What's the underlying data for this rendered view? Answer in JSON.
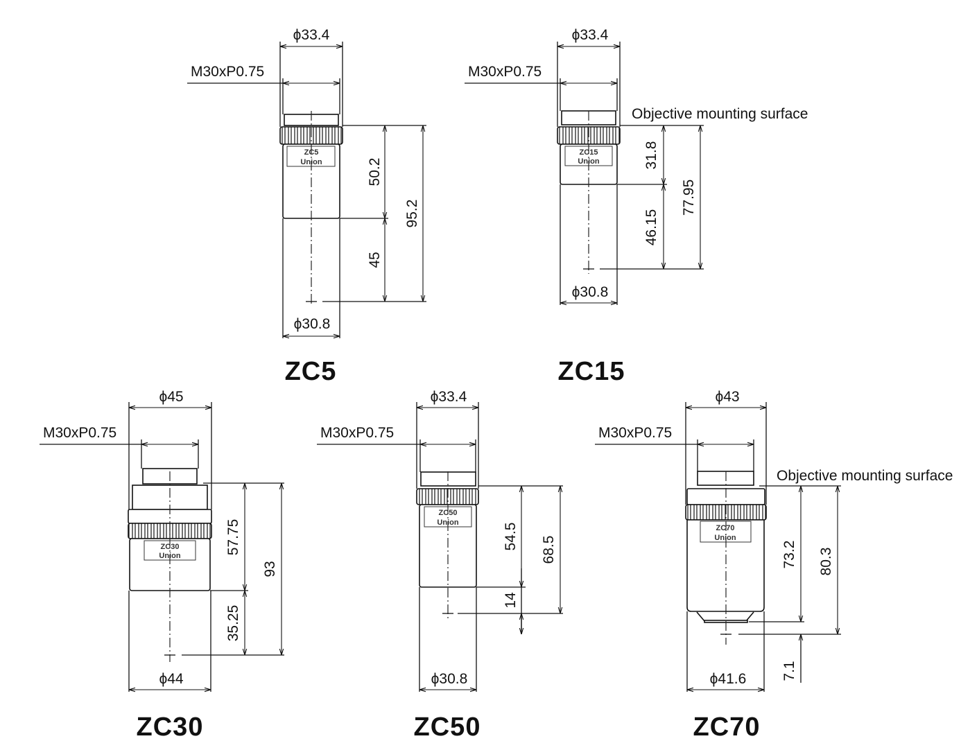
{
  "label_mount": "Objective mounting surface",
  "brand": "Union",
  "objectives": [
    {
      "name": "ZC5",
      "engraving": "ZC5",
      "top_dia": "ϕ33.4",
      "thread": "M30xP0.75",
      "bottom_dia": "ϕ30.8",
      "dims": [
        "50.2",
        "45",
        "95.2"
      ]
    },
    {
      "name": "ZC15",
      "engraving": "ZC15",
      "top_dia": "ϕ33.4",
      "thread": "M30xP0.75",
      "bottom_dia": "ϕ30.8",
      "dims": [
        "31.8",
        "46.15",
        "77.95"
      ]
    },
    {
      "name": "ZC30",
      "engraving": "ZC30",
      "top_dia": "ϕ45",
      "thread": "M30xP0.75",
      "bottom_dia": "ϕ44",
      "dims": [
        "57.75",
        "35.25",
        "93"
      ]
    },
    {
      "name": "ZC50",
      "engraving": "ZC50",
      "top_dia": "ϕ33.4",
      "thread": "M30xP0.75",
      "bottom_dia": "ϕ30.8",
      "dims": [
        "54.5",
        "14",
        "68.5"
      ]
    },
    {
      "name": "ZC70",
      "engraving": "ZC70",
      "top_dia": "ϕ43",
      "thread": "M30xP0.75",
      "bottom_dia": "ϕ41.6",
      "dims": [
        "73.2",
        "7.1",
        "80.3"
      ]
    }
  ]
}
